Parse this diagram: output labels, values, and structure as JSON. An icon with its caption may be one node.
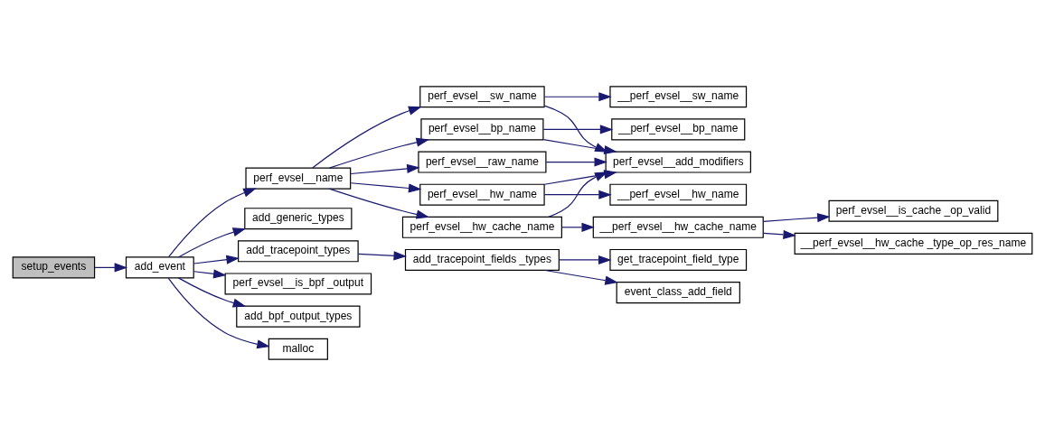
{
  "diagram": {
    "nodes": [
      {
        "text": [
          "setup_events"
        ]
      },
      {
        "text": [
          "add_event"
        ]
      },
      {
        "text": [
          "perf_evsel__name"
        ]
      },
      {
        "text": [
          "add_generic_types"
        ]
      },
      {
        "text": [
          "add_tracepoint_types"
        ]
      },
      {
        "text": [
          "perf_evsel__is_bpf _output"
        ]
      },
      {
        "text": [
          "add_bpf_output_types"
        ]
      },
      {
        "text": [
          "malloc"
        ]
      },
      {
        "text": [
          "perf_evsel__hw_cache_name"
        ]
      },
      {
        "text": [
          "perf_evsel__sw_name"
        ]
      },
      {
        "text": [
          "perf_evsel__raw_name"
        ]
      },
      {
        "text": [
          "perf_evsel__bp_name"
        ]
      },
      {
        "text": [
          "perf_evsel__hw_name"
        ]
      },
      {
        "text": [
          "add_tracepoint_fields _types"
        ]
      },
      {
        "text": [
          "__perf_evsel__hw_cache_name"
        ]
      },
      {
        "text": [
          "__perf_evsel__sw_name"
        ]
      },
      {
        "text": [
          "perf_evsel__add_modifiers"
        ]
      },
      {
        "text": [
          "__perf_evsel__bp_name"
        ]
      },
      {
        "text": [
          "__perf_evsel__hw_name"
        ]
      },
      {
        "text": [
          "event_class_add_field"
        ]
      },
      {
        "text": [
          "get_tracepoint_field_type"
        ]
      },
      {
        "text": [
          "perf_evsel__is_cache _op_valid"
        ]
      },
      {
        "text": [
          "__perf_evsel__hw_cache _type_op_res_name"
        ]
      }
    ],
    "edges": [
      {
        "from": 0,
        "to": 1,
        "arrow": "to"
      },
      {
        "from": 1,
        "to": 2,
        "arrow": "to"
      },
      {
        "from": 1,
        "to": 3,
        "arrow": "to"
      },
      {
        "from": 1,
        "to": 4,
        "arrow": "to"
      },
      {
        "from": 1,
        "to": 5,
        "arrow": "to"
      },
      {
        "from": 1,
        "to": 6,
        "arrow": "to"
      },
      {
        "from": 1,
        "to": 7,
        "arrow": "to"
      },
      {
        "from": 2,
        "to": 8,
        "arrow": "to"
      },
      {
        "from": 2,
        "to": 9,
        "arrow": "to"
      },
      {
        "from": 2,
        "to": 10,
        "arrow": "to"
      },
      {
        "from": 2,
        "to": 11,
        "arrow": "to"
      },
      {
        "from": 2,
        "to": 12,
        "arrow": "to"
      },
      {
        "from": 4,
        "to": 13,
        "arrow": "to"
      },
      {
        "from": 8,
        "to": 14,
        "arrow": "to"
      },
      {
        "from": 8,
        "to": 16,
        "arrow": "to"
      },
      {
        "from": 9,
        "to": 15,
        "arrow": "to"
      },
      {
        "from": 9,
        "to": 16,
        "arrow": "to"
      },
      {
        "from": 10,
        "to": 16,
        "arrow": "to"
      },
      {
        "from": 11,
        "to": 16,
        "arrow": "to"
      },
      {
        "from": 11,
        "to": 17,
        "arrow": "to"
      },
      {
        "from": 12,
        "to": 16,
        "arrow": "to"
      },
      {
        "from": 12,
        "to": 18,
        "arrow": "to"
      },
      {
        "from": 13,
        "to": 19,
        "arrow": "to"
      },
      {
        "from": 13,
        "to": 20,
        "arrow": "to"
      },
      {
        "from": 14,
        "to": 21,
        "arrow": "to"
      },
      {
        "from": 14,
        "to": 22,
        "arrow": "to"
      }
    ]
  }
}
